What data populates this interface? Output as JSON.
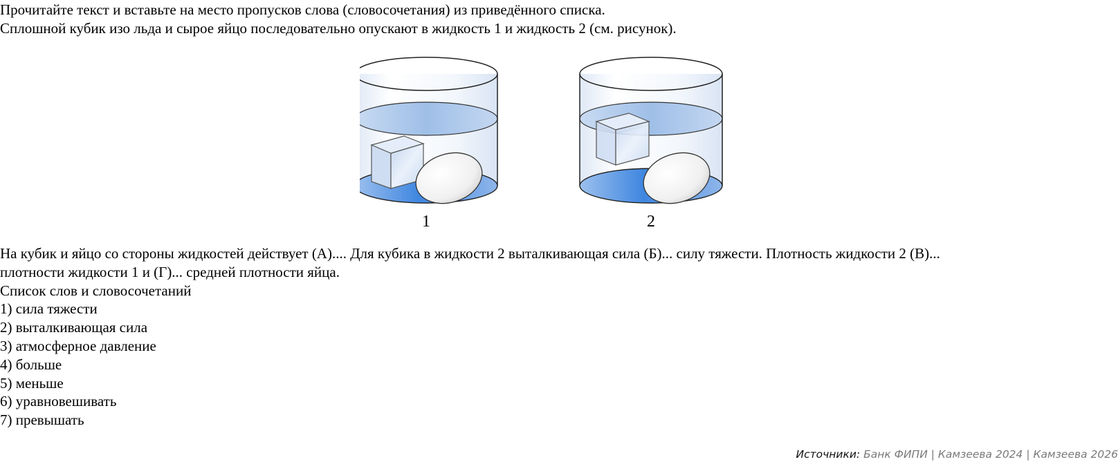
{
  "task": {
    "instruction": "Прочитайте текст и вставьте на место пропусков слова (словосочетания) из приведённого списка.",
    "setup": "Сплошной кубик изо льда и сырое яйцо последовательно опускают в жидкость 1 и жидкость 2 (см. рисунок)."
  },
  "figure": {
    "vessels": [
      {
        "label": "1",
        "objects": [
          "ice-cube (sunk, at bottom)",
          "egg (at bottom)"
        ]
      },
      {
        "label": "2",
        "objects": [
          "ice-cube (floating, partly above surface)",
          "egg (at bottom)"
        ]
      }
    ],
    "colors": {
      "liquid": "#a9c6ea",
      "liquid_bottom": "#4a8ae0",
      "outline": "#1a1a1a",
      "glass": "#eef3fb",
      "egg": "#f2f2f2"
    }
  },
  "text": {
    "line1": "На кубик и яйцо со стороны жидкостей действует (А).... Для кубика в жидкости 2 выталкивающая сила (Б)... силу тяжести. Плотность жидкости 2 (В)...",
    "line2": "плотности жидкости 1 и (Г)... средней плотности яйца."
  },
  "word_list": {
    "title": "Список слов и словосочетаний",
    "items": [
      "1) сила тяжести",
      "2) выталкивающая сила",
      "3) атмосферное давление",
      "4) больше",
      "5) меньше",
      "6) уравновешивать",
      "7) превышать"
    ]
  },
  "sources": {
    "label": "Источники:",
    "value": " Банк ФИПИ | Камзеева 2024 | Камзеева 2026"
  }
}
